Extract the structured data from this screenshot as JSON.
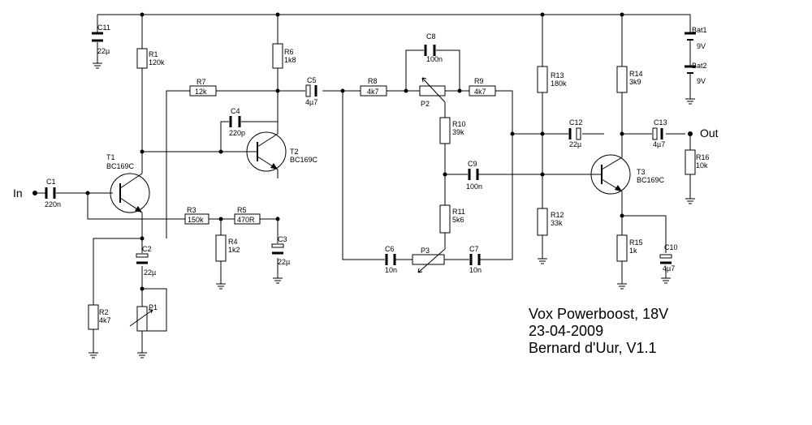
{
  "io": {
    "input": "In",
    "output": "Out"
  },
  "components": {
    "C1": {
      "name": "C1",
      "value": "220n"
    },
    "C2": {
      "name": "C2",
      "value": "22µ"
    },
    "C3": {
      "name": "C3",
      "value": "22µ"
    },
    "C4": {
      "name": "C4",
      "value": "220p"
    },
    "C5": {
      "name": "C5",
      "value": "4µ7"
    },
    "C6": {
      "name": "C6",
      "value": "10n"
    },
    "C7": {
      "name": "C7",
      "value": "10n"
    },
    "C8": {
      "name": "C8",
      "value": "100n"
    },
    "C9": {
      "name": "C9",
      "value": "100n"
    },
    "C10": {
      "name": "C10",
      "value": "4µ7"
    },
    "C11": {
      "name": "C11",
      "value": "22µ"
    },
    "C12": {
      "name": "C12",
      "value": "22µ"
    },
    "C13": {
      "name": "C13",
      "value": "4µ7"
    },
    "R1": {
      "name": "R1",
      "value": "120k"
    },
    "R2": {
      "name": "R2",
      "value": "4k7"
    },
    "R3": {
      "name": "R3",
      "value": "150k"
    },
    "R4": {
      "name": "R4",
      "value": "1k2"
    },
    "R5": {
      "name": "R5",
      "value": "470R"
    },
    "R6": {
      "name": "R6",
      "value": "1k8"
    },
    "R7": {
      "name": "R7",
      "value": "12k"
    },
    "R8": {
      "name": "R8",
      "value": "4k7"
    },
    "R9": {
      "name": "R9",
      "value": "4k7"
    },
    "R10": {
      "name": "R10",
      "value": "39k"
    },
    "R11": {
      "name": "R11",
      "value": "5k6"
    },
    "R12": {
      "name": "R12",
      "value": "33k"
    },
    "R13": {
      "name": "R13",
      "value": "180k"
    },
    "R14": {
      "name": "R14",
      "value": "3k9"
    },
    "R15": {
      "name": "R15",
      "value": "1k"
    },
    "R16": {
      "name": "R16",
      "value": "10k"
    },
    "T1": {
      "name": "T1",
      "value": "BC169C"
    },
    "T2": {
      "name": "T2",
      "value": "BC169C"
    },
    "T3": {
      "name": "T3",
      "value": "BC169C"
    },
    "P1": {
      "name": "P1"
    },
    "P2": {
      "name": "P2"
    },
    "P3": {
      "name": "P3"
    },
    "Bat1": {
      "name": "Bat1",
      "value": "9V"
    },
    "Bat2": {
      "name": "Bat2",
      "value": "9V"
    }
  },
  "notes": {
    "title": "Vox Powerboost, 18V",
    "date": "23-04-2009",
    "author": "Bernard d'Uur, V1.1"
  }
}
